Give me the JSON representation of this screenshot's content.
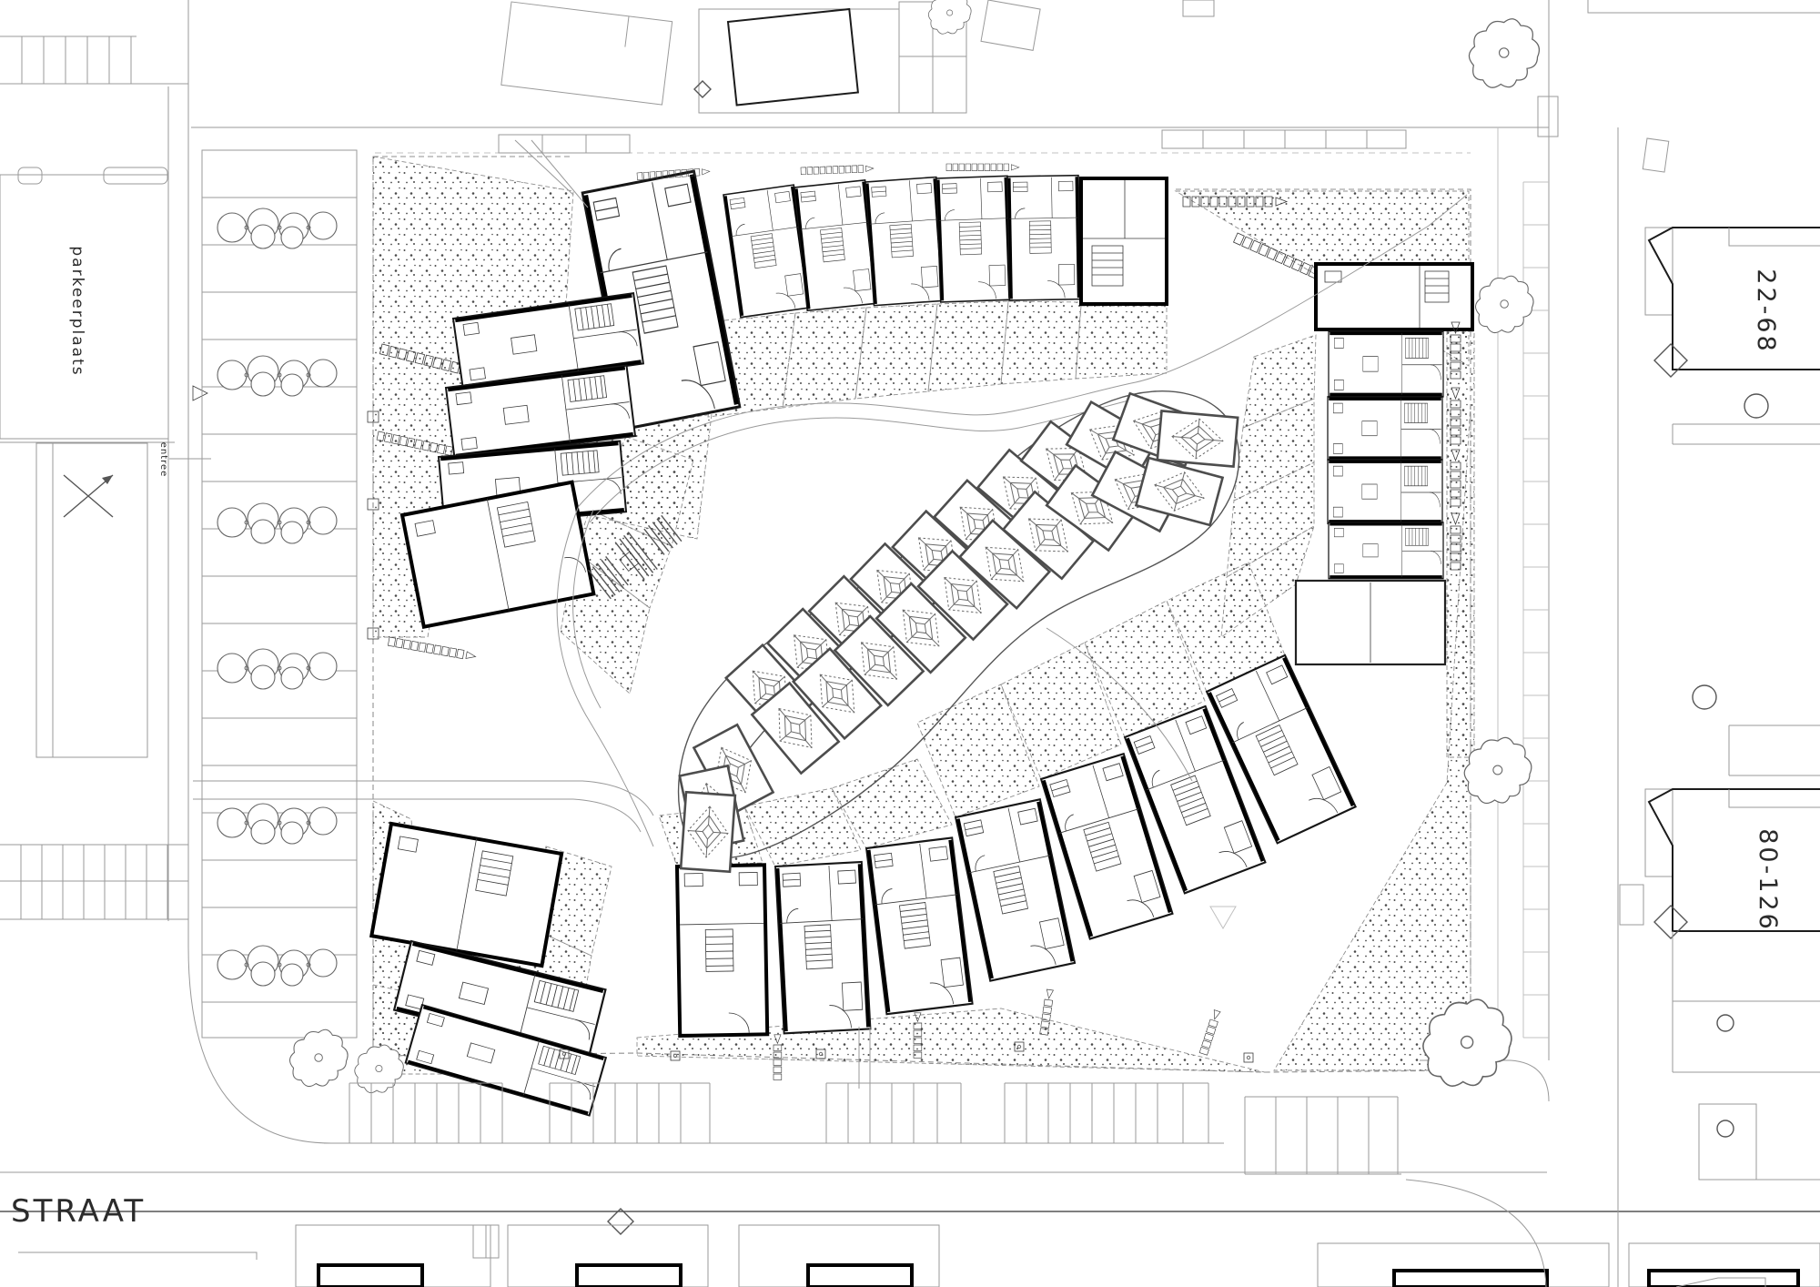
{
  "labels": {
    "parking_lot": "parkeerplaats",
    "entrance": "entree",
    "street_name": "STRAAT",
    "house_numbers_east_north": "22-68",
    "house_numbers_east_south": "80-126"
  },
  "colors": {
    "background": "#ffffff",
    "line_dark": "#1c1c1c",
    "line_mid": "#555555",
    "line_light": "#9a9a9a",
    "stipple_dot": "#4a4a4a"
  }
}
